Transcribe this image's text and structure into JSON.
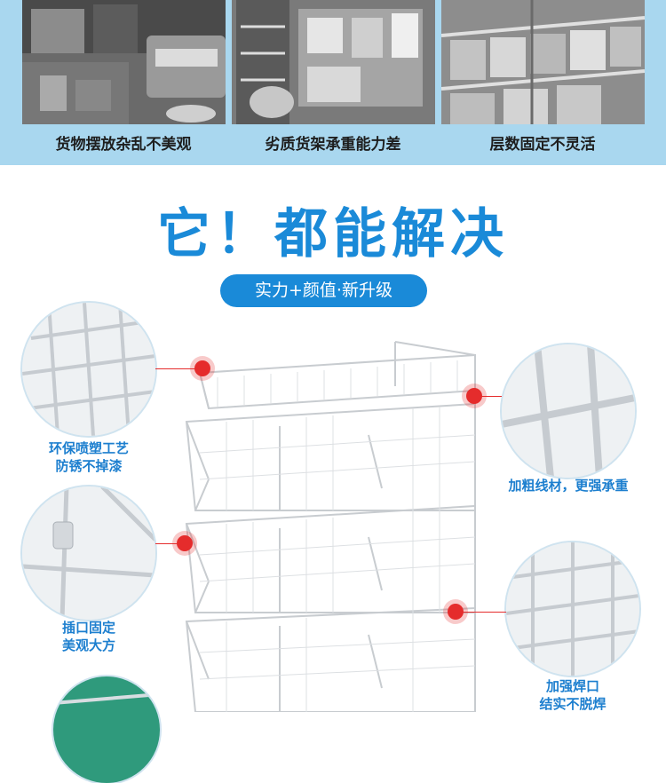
{
  "problems": [
    {
      "caption": "货物摆放杂乱不美观",
      "image": "cluttered-shelf-photo"
    },
    {
      "caption": "劣质货架承重能力差",
      "image": "poor-rack-photo"
    },
    {
      "caption": "层数固定不灵活",
      "image": "fixed-shelf-photo"
    }
  ],
  "headline": "它！都能解决",
  "badge": "实力+颜值·新升级",
  "features": {
    "left_top": "环保喷塑工艺\n防锈不掉漆",
    "right_top": "加粗线材，更强承重",
    "left_mid": "插口固定\n美观大方",
    "right_bottom": "加强焊口\n结实不脱焊"
  },
  "colors": {
    "accent": "#1a8ad8",
    "band": "#a9d7ef",
    "marker": "#e52c2c"
  }
}
